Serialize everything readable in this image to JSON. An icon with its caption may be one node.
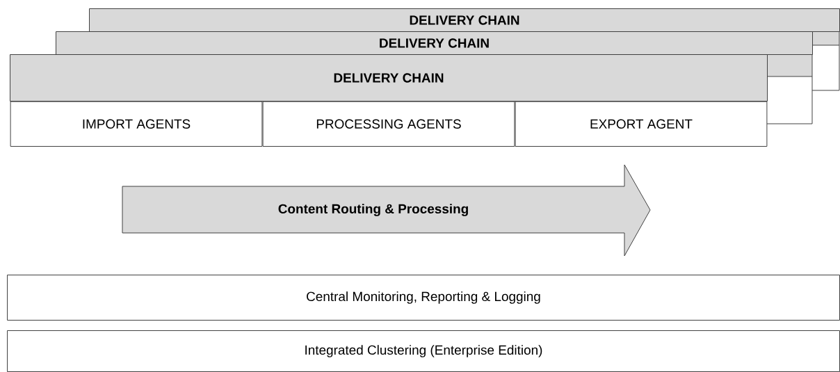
{
  "diagram": {
    "nodes": [
      {
        "text": [
          "DELIVERY CHAIN"
        ]
      },
      {
        "text": [
          "DELIVERY CHAIN"
        ]
      },
      {
        "text": [
          "DELIVERY CHAIN"
        ]
      },
      {
        "text": [
          "IMPORT AGENTS"
        ]
      },
      {
        "text": [
          "PROCESSING AGENTS"
        ]
      },
      {
        "text": [
          "EXPORT AGENT"
        ]
      },
      {
        "text": [
          "Content Routing & Processing"
        ]
      },
      {
        "text": [
          "Central Monitoring, Reporting & Logging"
        ]
      },
      {
        "text": [
          "Integrated Clustering (Enterprise Edition)"
        ]
      }
    ]
  }
}
